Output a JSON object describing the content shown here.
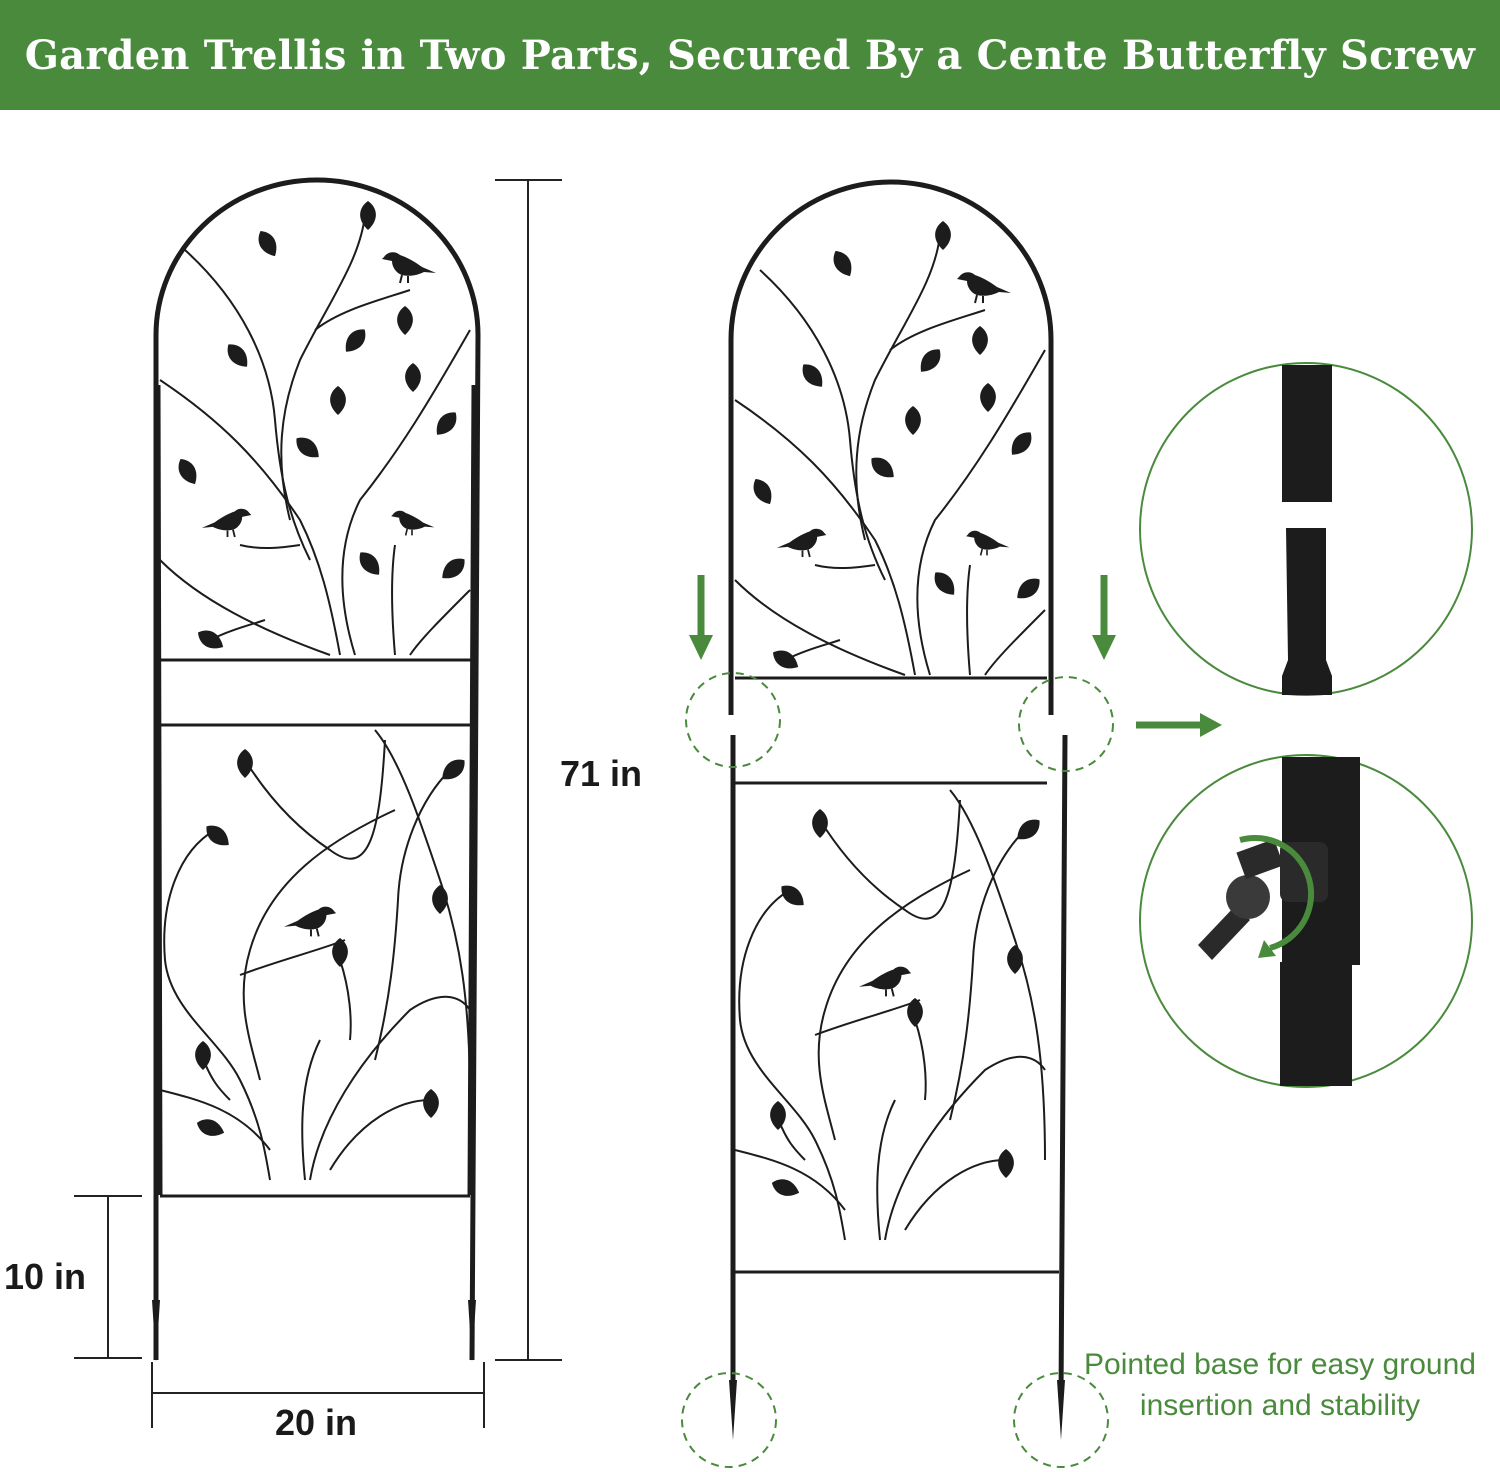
{
  "banner": {
    "title": "Garden Trellis in Two Parts, Secured By a Cente Butterfly Screw",
    "background": "#4a8a3d",
    "text_color": "#ffffff"
  },
  "dimensions": {
    "height_label": "71 in",
    "width_label": "20 in",
    "stake_label": "10 in"
  },
  "caption": {
    "line1": "Pointed base for easy ground",
    "line2": "insertion and stability",
    "color": "#4a8a3d"
  },
  "colors": {
    "accent_green": "#4a8a3d",
    "metal": "#1c1c1c",
    "dimension_line": "#222222"
  },
  "icons": [
    "down-arrow-icon",
    "right-arrow-icon",
    "butterfly-screw-icon",
    "bird-icon",
    "leaf-icon"
  ]
}
